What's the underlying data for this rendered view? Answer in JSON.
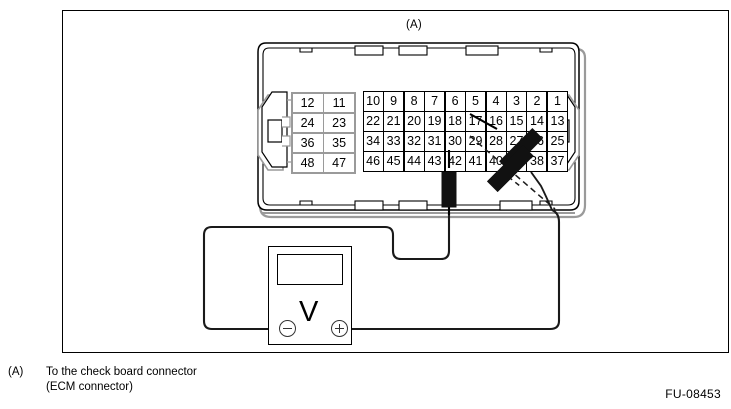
{
  "figure": {
    "id": "FU-08453",
    "callout_label": "(A)"
  },
  "connector": {
    "name": "check board connector",
    "grid": {
      "left_block": [
        [
          "12",
          "11"
        ],
        [
          "24",
          "23"
        ],
        [
          "36",
          "35"
        ],
        [
          "48",
          "47"
        ]
      ],
      "right_block": [
        [
          "10",
          "9",
          "8",
          "7",
          "6",
          "5",
          "4",
          "3",
          "2",
          "1"
        ],
        [
          "22",
          "21",
          "20",
          "19",
          "18",
          "17",
          "16",
          "15",
          "14",
          "13"
        ],
        [
          "34",
          "33",
          "32",
          "31",
          "30",
          "29",
          "28",
          "27",
          "26",
          "25"
        ],
        [
          "46",
          "45",
          "44",
          "43",
          "42",
          "41",
          "40",
          "39",
          "38",
          "37"
        ]
      ]
    }
  },
  "meter": {
    "unit_label": "V",
    "display_value": "",
    "negative_terminal_label": "−",
    "positive_terminal_label": "+"
  },
  "caption": {
    "key": "(A)",
    "line1": "To the check board connector",
    "line2": "(ECM connector)"
  },
  "colors": {
    "stroke": "#000000",
    "housing_shadow": "#9a9a9a",
    "background": "#ffffff"
  }
}
